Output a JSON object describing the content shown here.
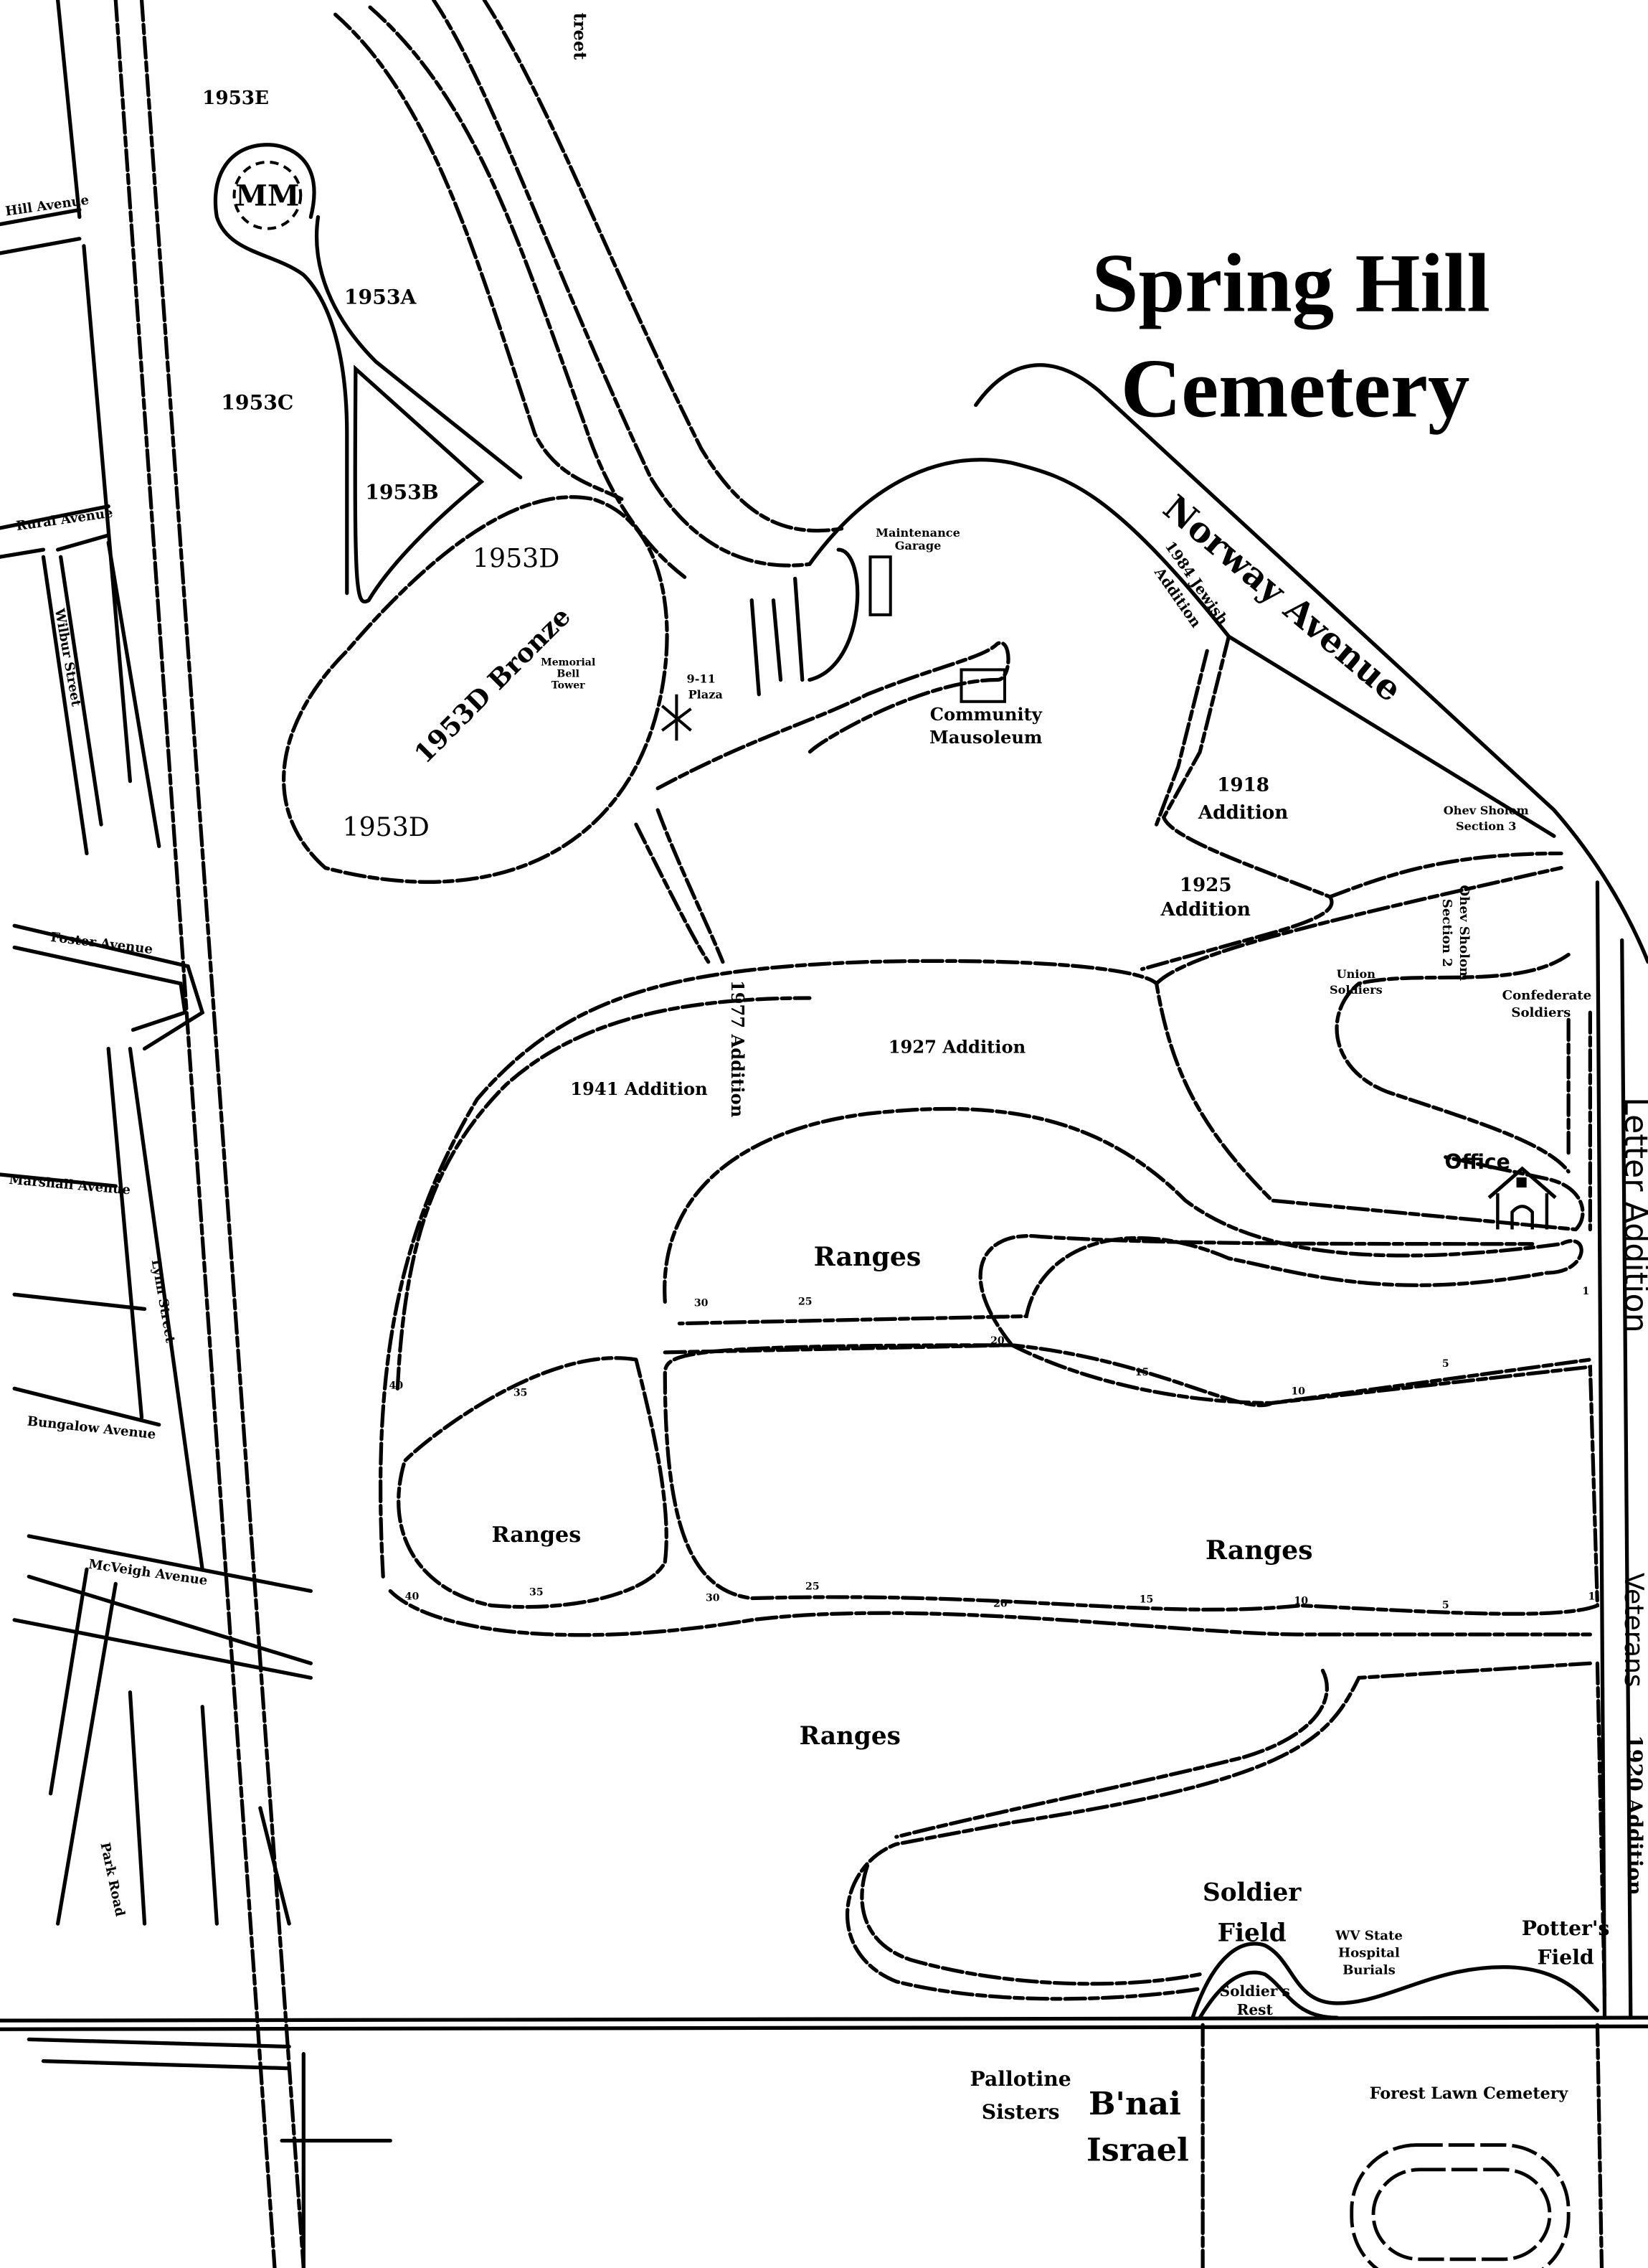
{
  "title": {
    "line1": "Spring Hill",
    "line2": "Cemetery"
  },
  "streets": {
    "hill_avenue": "Hill Avenue",
    "rural_avenue": "Rural Avenue",
    "wilbur_street": "Wilbur Street",
    "foster_avenue": "Foster Avenue",
    "marshall_avenue": "Marshall Avenue",
    "lynn_street": "Lynn Street",
    "bungalow_avenue": "Bungalow Avenue",
    "mcveigh_avenue": "McVeigh Avenue",
    "park_road": "Park Road",
    "top_street": "treet",
    "norway_avenue": "Norway Avenue"
  },
  "sections": {
    "s1953e": "1953E",
    "mm": "MM",
    "s1953a": "1953A",
    "s1953c": "1953C",
    "s1953b": "1953B",
    "s1953d_top": "1953D",
    "s1953d_bronze": "1953D Bronze",
    "bell_tower": [
      "Memorial",
      "Bell",
      "Tower"
    ],
    "plaza": [
      "9-11",
      "Plaza"
    ],
    "s1953d_bottom": "1953D",
    "maintenance": [
      "Maintenance",
      "Garage"
    ],
    "mausoleum": [
      "Community",
      "Mausoleum"
    ],
    "jewish_1984": [
      "1984 Jewish",
      "Addition"
    ],
    "add_1918": [
      "1918",
      "Addition"
    ],
    "add_1925": [
      "1925",
      "Addition"
    ],
    "ohev3": [
      "Ohev Sholom",
      "Section 3"
    ],
    "ohev2": [
      "Ohev Sholom",
      "Section 2"
    ],
    "union": [
      "Union",
      "Soldiers"
    ],
    "confederate": [
      "Confederate",
      "Soldiers"
    ],
    "add_1927": "1927 Addition",
    "add_1941": "1941 Addition",
    "add_1977": "1977 Addition",
    "office": "Office",
    "letter": "Letter Addition",
    "veterans": "Veterans",
    "add_1920": "1920 Addition",
    "ranges": [
      "Ranges",
      "Ranges",
      "Ranges",
      "Ranges"
    ],
    "soldier_field": [
      "Soldier",
      "Field"
    ],
    "wv_state": [
      "WV State",
      "Hospital",
      "Burials"
    ],
    "potters": [
      "Potter's",
      "Field"
    ],
    "soldiers_rest": [
      "Soldier's",
      "Rest"
    ],
    "pallotine": [
      "Pallotine",
      "Sisters"
    ],
    "bnai": [
      "B'nai",
      "Israel"
    ],
    "forest_lawn": "Forest Lawn Cemetery"
  },
  "range_markers": {
    "upper": [
      "40",
      "35",
      "30",
      "25",
      "20",
      "15",
      "10",
      "5",
      "1"
    ],
    "lower": [
      "40",
      "35",
      "30",
      "25",
      "20",
      "15",
      "10",
      "5",
      "1"
    ]
  },
  "icons": [
    "office-house-icon"
  ],
  "colors": {
    "ink": "#000000",
    "paper": "#ffffff"
  }
}
